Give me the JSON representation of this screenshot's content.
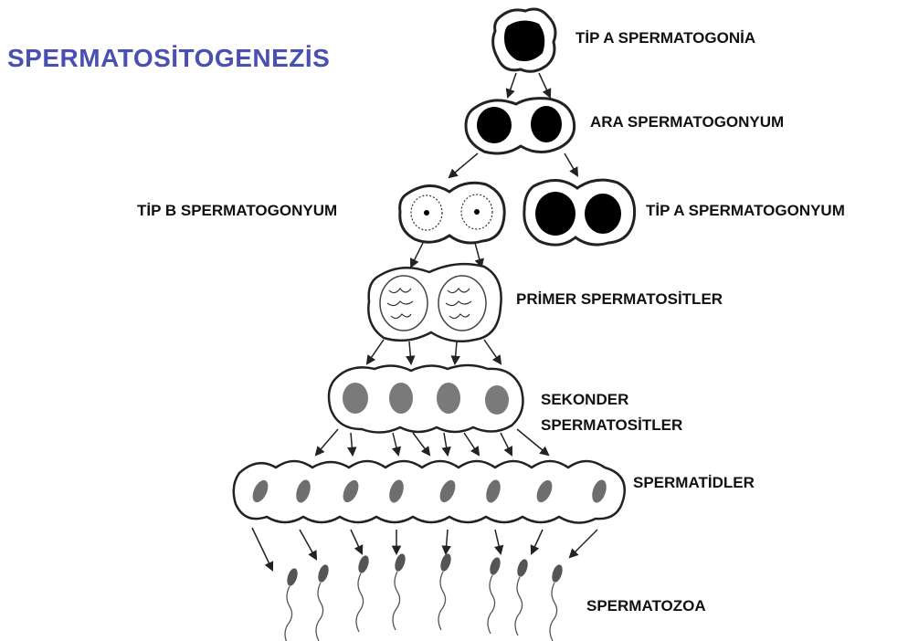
{
  "title": "SPERMATOSİTOGENEZİS",
  "labels": {
    "tip_a_spermatogonia": "TİP A SPERMATOGONİA",
    "ara_spermatogonyum": "ARA SPERMATOGONYUM",
    "tip_b_spermatogonyum": "TİP B SPERMATOGONYUM",
    "tip_a_spermatogonyum": "TİP A SPERMATOGONYUM",
    "primer_spermatositler": "PRİMER SPERMATOSİTLER",
    "sekonder_line1": "SEKONDER",
    "sekonder_line2": "SPERMATOSİTLER",
    "spermatidler": "SPERMATİDLER",
    "spermatozoa": "SPERMATOZOA"
  },
  "colors": {
    "title": "#4a4fb2",
    "ink": "#111111",
    "membrane_fill": "#ffffff",
    "nucleus_dark": "#000000",
    "nucleus_gray": "#7a7a7a"
  }
}
